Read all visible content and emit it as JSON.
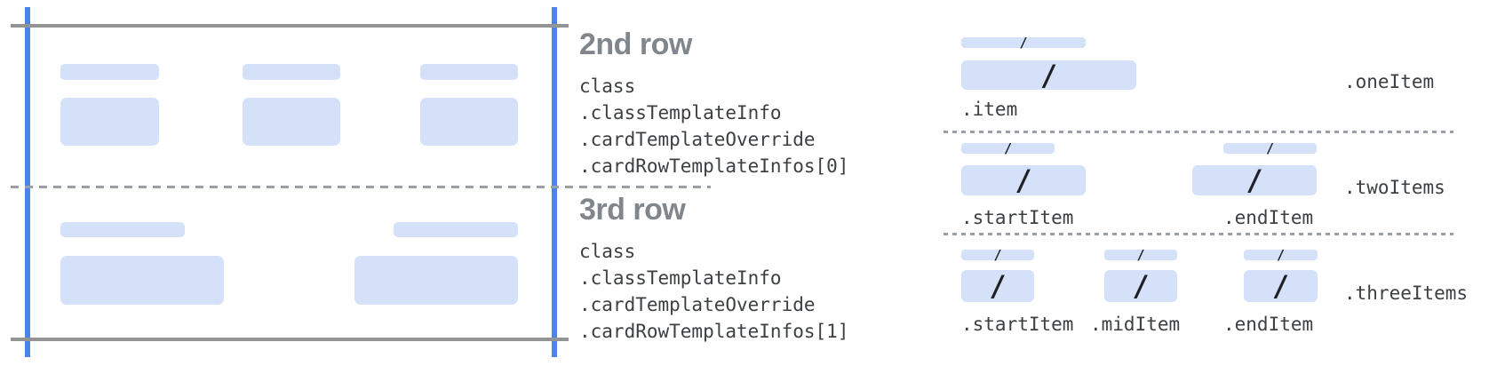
{
  "annotations": [
    {
      "heading": "2nd row",
      "lines": [
        "class",
        ".classTemplateInfo",
        ".cardTemplateOverride",
        ".cardRowTemplateInfos[0]"
      ]
    },
    {
      "heading": "3rd row",
      "lines": [
        "class",
        ".classTemplateInfo",
        ".cardTemplateOverride",
        ".cardRowTemplateInfos[1]"
      ]
    }
  ],
  "templates": [
    {
      "row_label": ".oneItem",
      "item_labels": [
        ".item"
      ]
    },
    {
      "row_label": ".twoItems",
      "item_labels": [
        ".startItem",
        ".endItem"
      ]
    },
    {
      "row_label": ".threeItems",
      "item_labels": [
        ".startItem",
        ".midItem",
        ".endItem"
      ]
    }
  ],
  "glyphs": {
    "slash": "/"
  },
  "colors": {
    "accent": "#4c82ea",
    "fill": "#d4e1f9",
    "rule": "#949494",
    "dash": "#9aa0a6",
    "heading": "#80868b",
    "code": "#3c4043",
    "slash": "#1f2023",
    "bg": "#ffffff"
  }
}
